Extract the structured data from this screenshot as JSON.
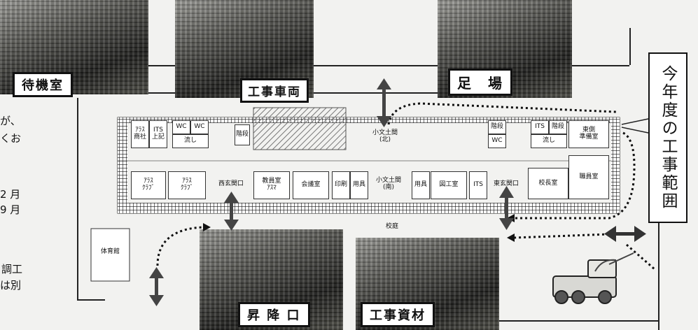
{
  "photos": {
    "waiting_room": "待機室",
    "vehicles": "工事車両",
    "scaffold": "足　場",
    "hoist": "昇 降 口",
    "materials": "工事資材"
  },
  "scope_label": "今年度の工事範囲",
  "side_text": [
    "が、",
    "くお",
    "2 月",
    "9 月",
    "調工",
    "は別"
  ],
  "rooms": {
    "top_left": [
      "ｱﾗｽ\n商社",
      "ITS\n上記",
      "WC",
      "WC",
      "流し",
      "階段"
    ],
    "top_center": "小文土間\n(北)",
    "top_right": [
      "階段",
      "WC",
      "ITS",
      "階段",
      "流し",
      "東側\n準備室"
    ],
    "bottom_left": [
      "ｱﾗｽ\nｸﾗﾌﾞ",
      "ｱﾗｽ\nｸﾗﾌﾞ",
      "西玄関口",
      "教員室\nｱｽﾏ",
      "会議室",
      "印刷",
      "用具"
    ],
    "bottom_center": "小文土間\n(南)",
    "bottom_right": [
      "用具",
      "図工室",
      "ITS",
      "東玄関口",
      "校長室",
      "職員室"
    ],
    "outside": "体育館",
    "courtyard": "校庭"
  }
}
